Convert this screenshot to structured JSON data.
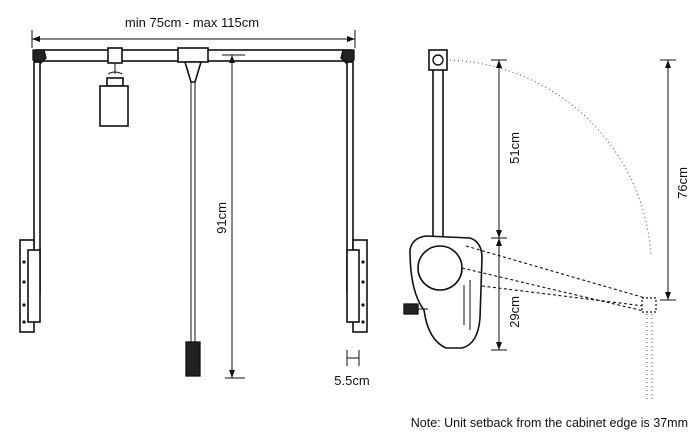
{
  "labels": {
    "width_range": "min 75cm - max 115cm",
    "drop_height": "91cm",
    "bracket_width": "5.5cm",
    "upper_arm": "51cm",
    "lower_arm": "29cm",
    "total_height": "76cm",
    "note": "Note: Unit setback from the cabinet edge is 37mm"
  }
}
